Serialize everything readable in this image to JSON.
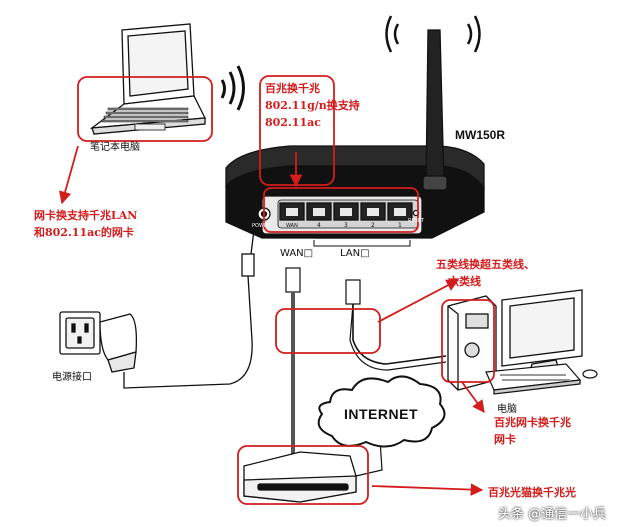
{
  "router": {
    "model": "MW150R",
    "wan_port_label": "WAN",
    "lan_port_label": "LAN",
    "port_numbers": [
      "4",
      "3",
      "2",
      "1"
    ],
    "power_label": "POWER",
    "reset_label": "RESET"
  },
  "labels": {
    "laptop": "笔记本电脑",
    "power_outlet": "电源接口",
    "internet": "INTERNET",
    "desktop": "电脑"
  },
  "annotations": {
    "router_upgrade": [
      "百兆换千兆",
      "802.11g/n换支持",
      "802.11ac"
    ],
    "laptop_nic": [
      "网卡换支持千兆LAN",
      "和802.11ac的网卡"
    ],
    "cable": [
      "五类线换超五类线、",
      "六类线"
    ],
    "desktop_nic": [
      "百兆网卡换千兆",
      "网卡"
    ],
    "modem": "百兆光猫换千兆光"
  },
  "watermark": "头条 @通信一小兵",
  "colors": {
    "annotation": "#d41c1c",
    "line": "#111111"
  }
}
